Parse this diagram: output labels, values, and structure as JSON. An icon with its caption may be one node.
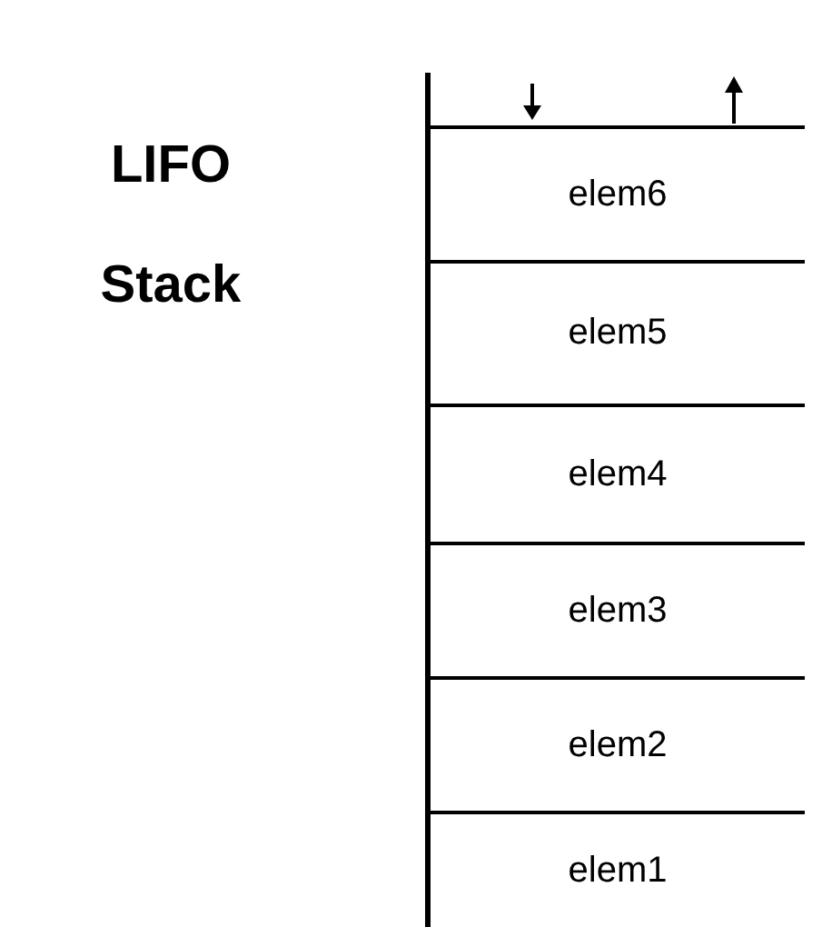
{
  "diagram": {
    "title": "LIFO Stack",
    "nodes": [
      {
        "text": [
          "elem6"
        ]
      },
      {
        "text": [
          "elem5"
        ]
      },
      {
        "text": [
          "elem4"
        ]
      },
      {
        "text": [
          "elem3"
        ]
      },
      {
        "text": [
          "elem2"
        ]
      },
      {
        "text": [
          "elem1"
        ]
      }
    ]
  }
}
